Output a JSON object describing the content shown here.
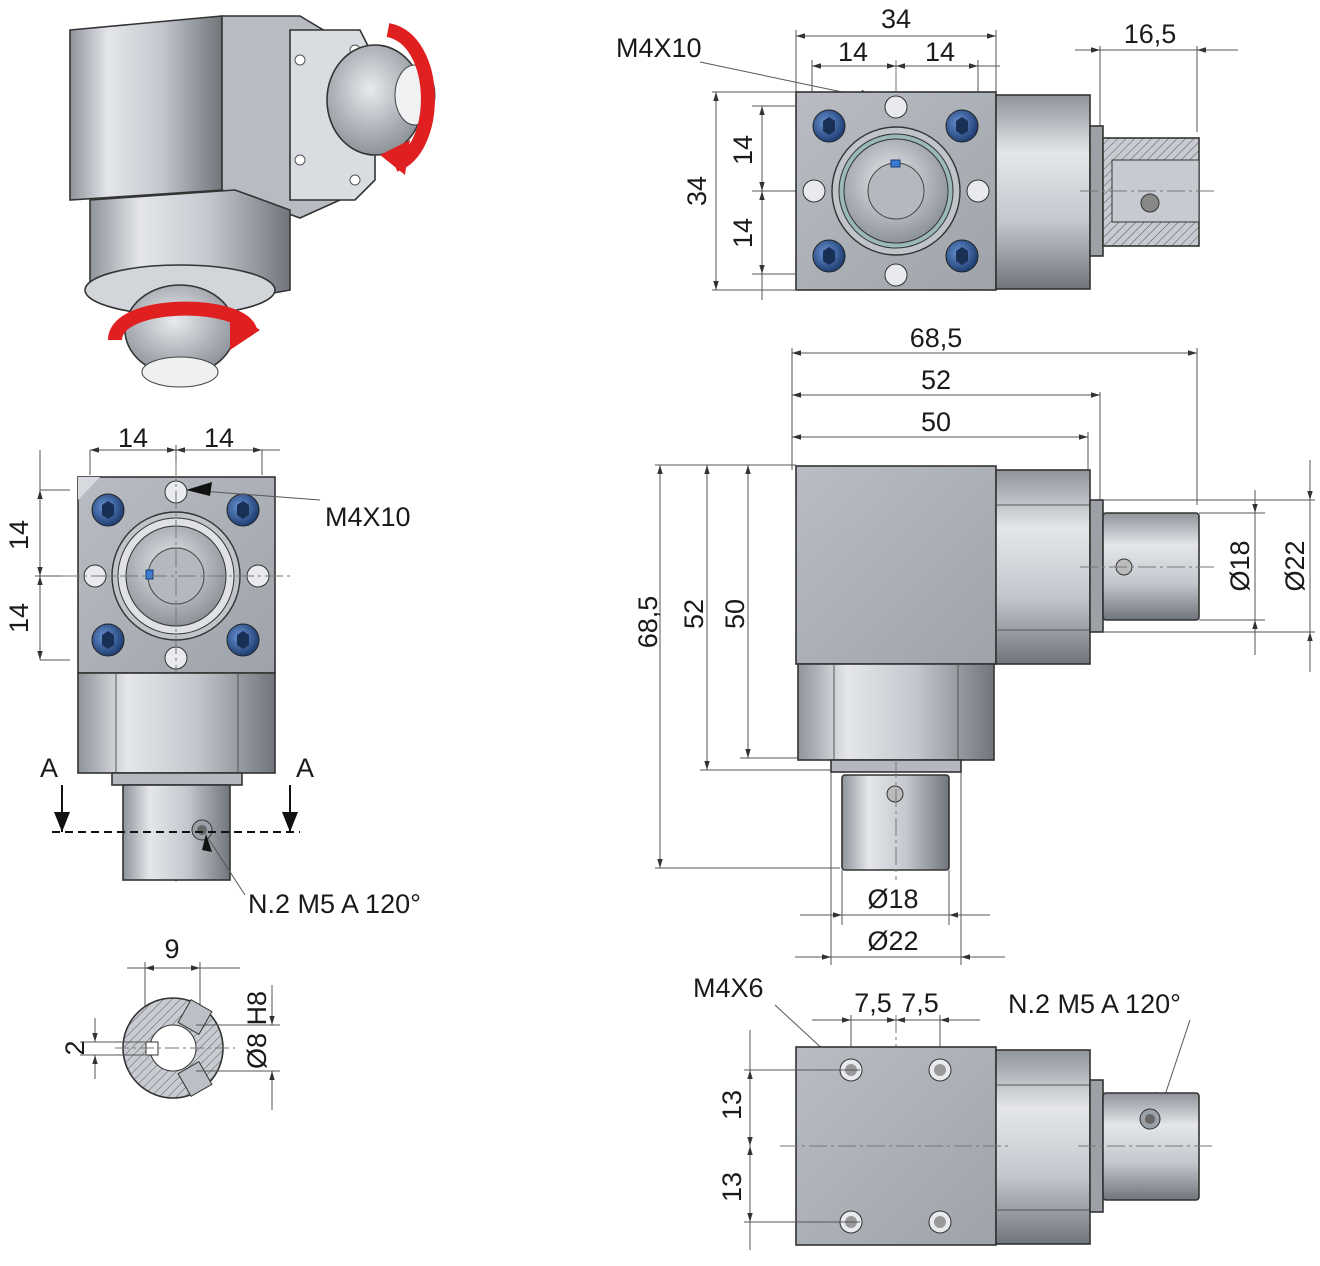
{
  "colors": {
    "metal_light": "#d5d8de",
    "metal_mid": "#aeb3ba",
    "metal_dark": "#6f747b",
    "screw_blue": "#2c5a9c",
    "arrow_red": "#e02020",
    "line": "#333333"
  },
  "icons": {
    "rotation_arrow": "red-rotation-arrow-icon",
    "socket_screw": "hex-socket-screw-icon"
  },
  "front_view": {
    "dim_top_left": "14",
    "dim_top_right": "14",
    "dim_left_upper": "14",
    "dim_left_lower": "14",
    "thread_note": "M4X10",
    "section_label_left": "A",
    "section_label_right": "A",
    "set_screw_note": "N.2 M5 A 120°"
  },
  "section_view": {
    "dim_key_width": "9",
    "dim_key_depth": "2",
    "dim_bore": "Ø8 H8"
  },
  "top_view": {
    "dim_overall_width": "34",
    "dim_half_left": "14",
    "dim_half_right": "14",
    "dim_shaft_length": "16,5",
    "thread_note": "M4X10",
    "dim_overall_height": "34",
    "dim_half_upper": "14",
    "dim_half_lower": "14"
  },
  "side_view": {
    "dim_h_68": "68,5",
    "dim_h_52": "52",
    "dim_h_50": "50",
    "dim_v_68": "68,5",
    "dim_v_52": "52",
    "dim_v_50": "50",
    "dim_shaft_d18": "Ø18",
    "dim_shaft_d22": "Ø22",
    "dim_bottom_d18": "Ø18",
    "dim_bottom_d22": "Ø22"
  },
  "bottom_view": {
    "thread_note": "M4X6",
    "dim_left": "7,5",
    "dim_right": "7,5",
    "set_screw_note": "N.2 M5 A 120°",
    "dim_upper": "13",
    "dim_lower": "13"
  }
}
